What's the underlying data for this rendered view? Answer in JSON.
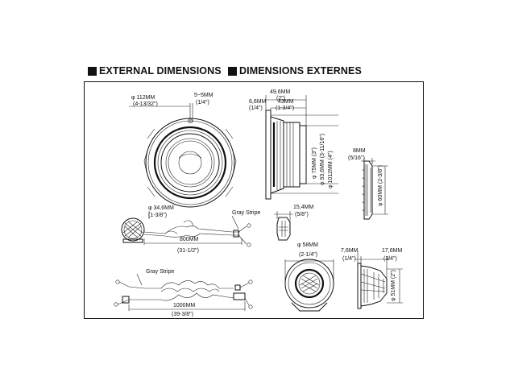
{
  "headings": {
    "en": "EXTERNAL DIMENSIONS",
    "fr": "DIMENSIONS EXTERNES"
  },
  "woofer_front": {
    "dia_mm": "φ 112MM",
    "dia_in": "(4-13/32\")",
    "hole_mm": "5~5MM",
    "hole_in": "(1/4\")"
  },
  "woofer_side": {
    "depth_mm": "49,6MM",
    "depth_in": "(2\")",
    "flange_mm": "6,6MM",
    "flange_in": "(1/4\")",
    "mount_mm": "43MM",
    "mount_in": "(1-3/4\")",
    "d75": "φ 75MM (3\")",
    "d93": "φ 93,6MM (3-11/16\")",
    "d101": "φ 1012MM (4\")"
  },
  "grille": {
    "thick_mm": "8MM",
    "thick_in": "(5/16\")",
    "dia": "φ 60MM (2-3/8\")"
  },
  "tweeter_wire": {
    "dia_mm": "φ 34,6MM",
    "dia_in": "(1-3/8\")",
    "stripe": "Gray Stripe",
    "len_mm": "800MM",
    "len_in": "(31-1/2\")",
    "side_mm": "15,4MM",
    "side_in": "(5/8\")"
  },
  "crossover_wire": {
    "stripe": "Gray Stripe",
    "len_mm": "1000MM",
    "len_in": "(39-3/8\")"
  },
  "tweeter_mount": {
    "dia_mm": "φ 58MM",
    "dia_in": "(2-1/4\")"
  },
  "tweeter_side": {
    "a_mm": "7,6MM",
    "a_in": "(1/4\")",
    "b_mm": "17,6MM",
    "b_in": "(3/4\")",
    "dia": "φ 51MM (2\")"
  }
}
